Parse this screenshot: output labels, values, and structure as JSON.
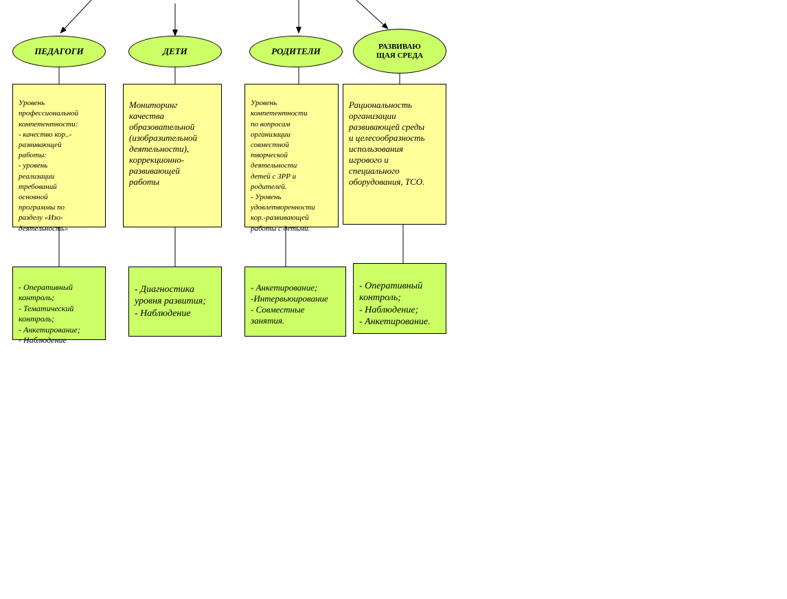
{
  "nodes": {
    "teachers": {
      "title": "ПЕДАГОГИ",
      "criteria": "Уровень\nпрофессиональной\nкомпетентности:\n- качество кор..-\nразвивающей\nработы:\n- уровень\nреализации\nтребований\nосновной\nпрограммы по\nразделу «Изо-\nдеятельность»",
      "methods": "- Оперативный\nконтроль;\n- Тематический\nконтроль;\n- Анкетирование;\n- Наблюдение"
    },
    "children": {
      "title": "ДЕТИ",
      "criteria": "Мониторинг\nкачества\nобразовательной\n(изобразительной\nдеятельности),\nкоррекционно-\nразвивающей\nработы",
      "methods": "- Диагностика\nуровня развития;\n- Наблюдение"
    },
    "parents": {
      "title": "РОДИТЕЛИ",
      "criteria": "Уровень\nкомпетентности\nпо вопросам\nорганизации\nсовместной\nтворческой\nдеятельности\nдетей с ЗРР и\nродителей.\n- Уровень\nудовлетворенности\nкор.-развивающей\nработы с детьми.",
      "methods": "- Анкетирование;\n-Интервьюирование\n- Совместные\nзанятия."
    },
    "environment": {
      "title": "РАЗВИВАЮ\nЩАЯ СРЕДА",
      "criteria": "Рациональность\nорганизации\nразвивающей среды\nи целесообразность\nиспользования\nигрового и\nспециального\nоборудования, ТСО.",
      "methods": "- Оперативный\nконтроль;\n- Наблюдение;\n- Анкетирование."
    }
  },
  "colors": {
    "ellipse_fill": "#ccff66",
    "criteria_fill": "#ffff99",
    "methods_fill": "#ccff66",
    "stroke": "#000000"
  }
}
